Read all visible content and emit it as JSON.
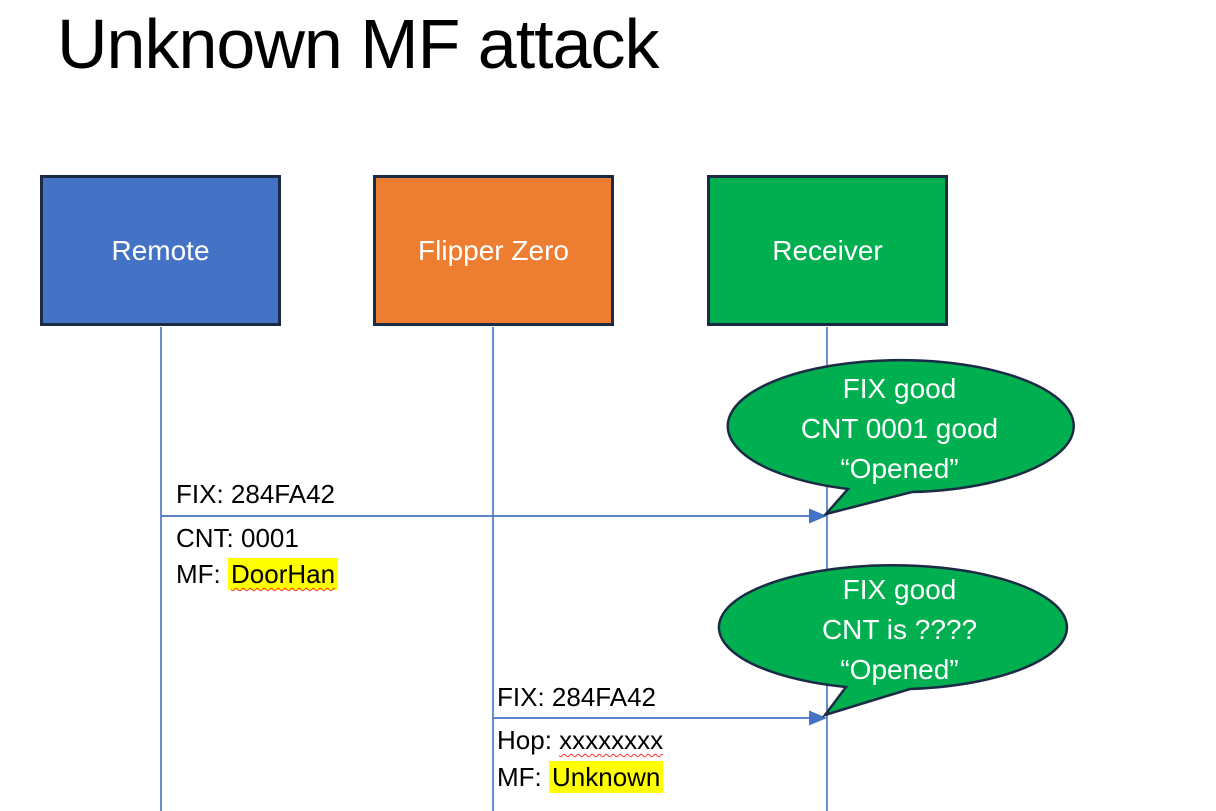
{
  "title": "Unknown MF attack",
  "colors": {
    "blue": "#4472C4",
    "orange": "#ED7D31",
    "green": "#00B050",
    "outline": "#1B2A45",
    "line_blue": "#4472C4",
    "highlight": "#FFFF00",
    "squiggle": "#FF2E2E"
  },
  "actors": [
    {
      "label": "Remote"
    },
    {
      "label": "Flipper Zero"
    },
    {
      "label": "Receiver"
    }
  ],
  "messages": [
    {
      "above": "FIX: 284FA42",
      "below1": {
        "text": "CNT: 0001"
      },
      "below2": {
        "prefix": "MF: ",
        "value": "DoorHan"
      }
    },
    {
      "above": "FIX: 284FA42",
      "below1": {
        "prefix": "Hop: ",
        "value": "xxxxxxxx"
      },
      "below2": {
        "prefix": "MF: ",
        "value": "Unknown"
      }
    }
  ],
  "bubbles": [
    {
      "lines": [
        "FIX good",
        "CNT 0001 good",
        "“Opened”"
      ]
    },
    {
      "lines": [
        "FIX good",
        "CNT is ????",
        "“Opened”"
      ]
    }
  ]
}
